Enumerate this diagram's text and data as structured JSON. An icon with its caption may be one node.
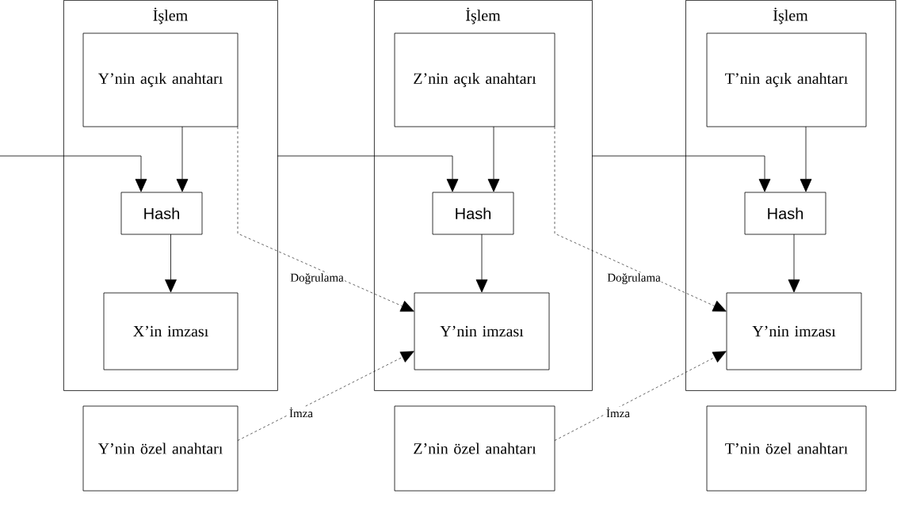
{
  "diagram": {
    "nodes": [
      {
        "text": [
          "İşlem"
        ]
      },
      {
        "text": [
          "Y’nin açık anahtarı"
        ],
        "in": 0
      },
      {
        "text": [
          "Hash"
        ],
        "in": 0
      },
      {
        "text": [
          "X’in imzası"
        ],
        "in": 0
      },
      {
        "text": [
          "İşlem"
        ]
      },
      {
        "text": [
          "Z’nin açık anahtarı"
        ],
        "in": 4
      },
      {
        "text": [
          "Hash"
        ],
        "in": 4
      },
      {
        "text": [
          "Y’nin imzası"
        ],
        "in": 4
      },
      {
        "text": [
          "İşlem"
        ]
      },
      {
        "text": [
          "T’nin açık anahtarı"
        ],
        "in": 8
      },
      {
        "text": [
          "Hash"
        ],
        "in": 8
      },
      {
        "text": [
          "Y’nin imzası"
        ],
        "in": 8
      },
      {
        "text": [
          "Y’nin özel anahtarı"
        ]
      },
      {
        "text": [
          "Z’nin özel anahtarı"
        ]
      },
      {
        "text": [
          "T’nin özel anahtarı"
        ]
      }
    ],
    "edges": [
      {
        "from": null,
        "to": 2,
        "arrow": "to"
      },
      {
        "from": 1,
        "to": 2,
        "arrow": "to"
      },
      {
        "from": 2,
        "to": 3,
        "arrow": "to"
      },
      {
        "from": 0,
        "to": 6,
        "arrow": "to"
      },
      {
        "from": 5,
        "to": 6,
        "arrow": "to"
      },
      {
        "from": 6,
        "to": 7,
        "arrow": "to"
      },
      {
        "from": 4,
        "to": 10,
        "arrow": "to"
      },
      {
        "from": 9,
        "to": 10,
        "arrow": "to"
      },
      {
        "from": 10,
        "to": 11,
        "arrow": "to"
      },
      {
        "from": 1,
        "to": 7,
        "arrow": "to",
        "style": "dashed",
        "label": "Doğrulama"
      },
      {
        "from": 5,
        "to": 11,
        "arrow": "to",
        "style": "dashed",
        "label": "Doğrulama"
      },
      {
        "from": 12,
        "to": 7,
        "arrow": "to",
        "style": "dashed",
        "label": "İmza"
      },
      {
        "from": 13,
        "to": 11,
        "arrow": "to",
        "style": "dashed",
        "label": "İmza"
      }
    ]
  }
}
